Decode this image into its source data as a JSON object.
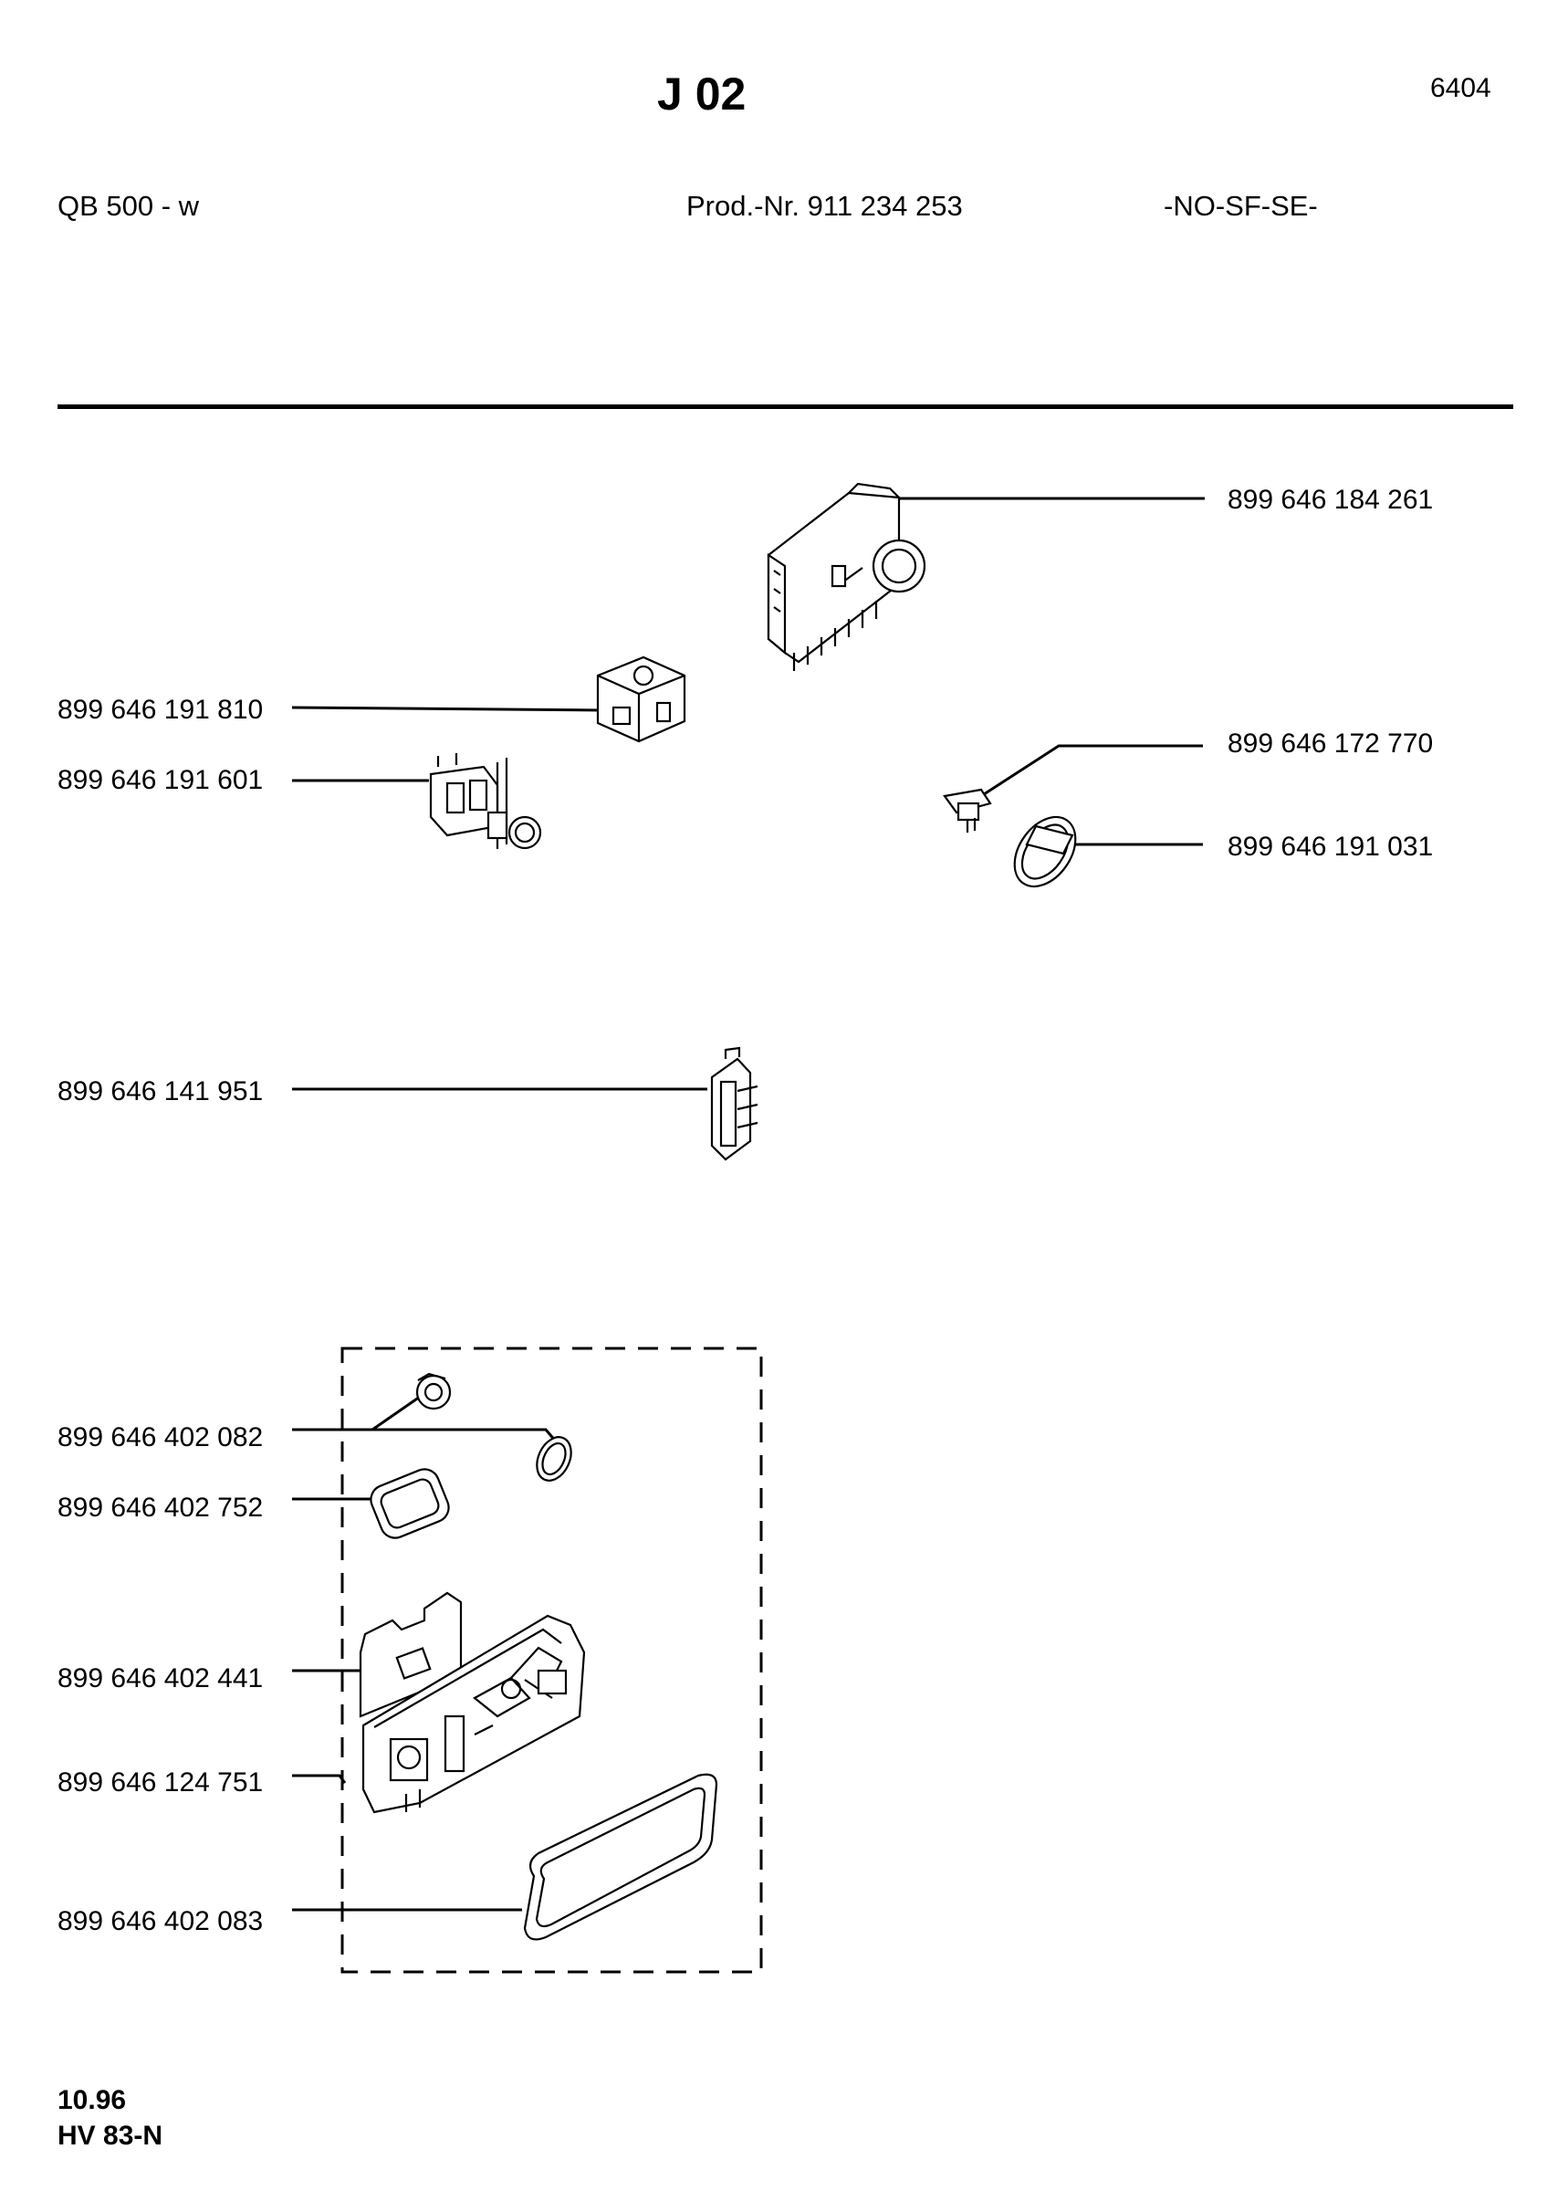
{
  "header": {
    "title": "J 02",
    "page_number": "6404",
    "model": "QB 500 - w",
    "product_number": "Prod.-Nr. 911 234 253",
    "region": "-NO-SF-SE-"
  },
  "parts": [
    {
      "id": "timer",
      "part_number": "899 646 184 261"
    },
    {
      "id": "selector-switch",
      "part_number": "899 646 191 810"
    },
    {
      "id": "push-switch",
      "part_number": "899 646 191 601"
    },
    {
      "id": "indicator-lamp",
      "part_number": "899 646 172 770"
    },
    {
      "id": "knob",
      "part_number": "899 646 191 031"
    },
    {
      "id": "door-switch",
      "part_number": "899 646 141 951"
    },
    {
      "id": "cap-and-ring",
      "part_number": "899 646 402 082"
    },
    {
      "id": "small-gasket",
      "part_number": "899 646 402 752"
    },
    {
      "id": "dispenser-cover",
      "part_number": "899 646 402 441"
    },
    {
      "id": "dispenser-unit",
      "part_number": "899 646 124 751"
    },
    {
      "id": "large-gasket",
      "part_number": "899 646 402 083"
    }
  ],
  "footer": {
    "date": "10.96",
    "code": "HV 83-N"
  }
}
